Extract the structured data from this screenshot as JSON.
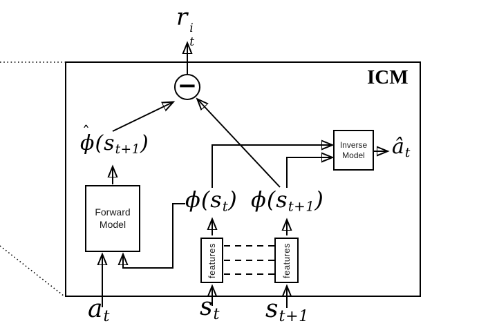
{
  "diagram_title": "ICM",
  "labels": {
    "icm": "ICM",
    "intrinsic_reward": {
      "base": "r",
      "sup": "i",
      "sub": "t"
    },
    "phi_hat_next": {
      "hat": "ˆ",
      "phi": "ϕ",
      "mid": "(s",
      "sub": "t+1",
      "close": ")"
    },
    "phi_t": {
      "pre": "ϕ(s",
      "sub": "t",
      "close": ")"
    },
    "phi_next": {
      "pre": "ϕ(s",
      "sub": "t+1",
      "close": ")"
    },
    "a_hat": {
      "base": "â",
      "sub": "t"
    },
    "a_t": {
      "base": "a",
      "sub": "t"
    },
    "s_t": {
      "base": "s",
      "sub": "t"
    },
    "s_next": {
      "base": "s",
      "sub": "t+1"
    },
    "minus_sign": "−"
  },
  "nodes": {
    "forward_model": {
      "line1": "Forward",
      "line2": "Model"
    },
    "inverse_model": {
      "line1": "Inverse",
      "line2": "Model"
    },
    "features_left": {
      "label": "features"
    },
    "features_right": {
      "label": "features"
    }
  },
  "colors": {
    "line": "#000000",
    "background": "#ffffff",
    "text": "#1a1a1a"
  }
}
